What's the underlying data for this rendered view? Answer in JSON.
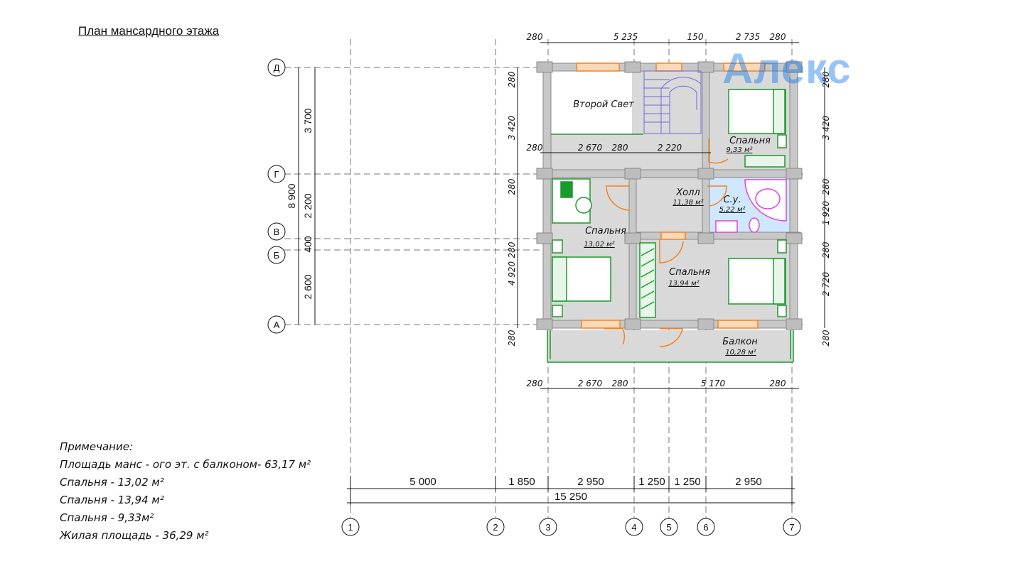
{
  "title": "План мансардного этажа",
  "logo_text": "Алекс",
  "row_axes": [
    "Д",
    "Г",
    "В",
    "Б",
    "А"
  ],
  "col_axes": [
    "1",
    "2",
    "3",
    "4",
    "5",
    "6",
    "7"
  ],
  "dims_left": {
    "total": "8 900",
    "d_g": "3 700",
    "g_v": "2 200",
    "v_b": "400",
    "b_a": "2 600"
  },
  "dims_inner_left": {
    "w1": "280",
    "w2": "3 420",
    "w3": "280",
    "w4": "280",
    "w5": "4 920",
    "w6": "280"
  },
  "dims_inner_right": {
    "w1": "280",
    "w2": "3 420",
    "w3": "280",
    "w4": "1 920",
    "w5": "280",
    "w6": "2 720",
    "w7": "280"
  },
  "dims_top": {
    "a": "280",
    "b": "5 235",
    "c": "150",
    "d": "2 735",
    "e": "280"
  },
  "dims_mid": {
    "a": "280",
    "b": "2 670",
    "c": "280",
    "d": "2 220"
  },
  "dims_bot": {
    "a": "280",
    "b": "2 670",
    "c": "280",
    "d": "5 170",
    "e": "280"
  },
  "dims_bottom_axes": {
    "d12": "5 000",
    "d23": "1 850",
    "d34": "2 950",
    "d45": "1 250",
    "d56": "1 250",
    "d67": "2 950",
    "total": "15 250"
  },
  "rooms": {
    "second_light": "Второй Свет",
    "bedroom_ne": {
      "name": "Спальня",
      "area": "9,33 м²"
    },
    "hall": {
      "name": "Холл",
      "area": "11,38 м²"
    },
    "bath": {
      "name": "С.у.",
      "area": "5,22 м²"
    },
    "bedroom_w": {
      "name": "Спальня",
      "area": "13,02 м²"
    },
    "bedroom_s": {
      "name": "Спальня",
      "area": "13,94 м²"
    },
    "balcony": {
      "name": "Балкон",
      "area": "10,28 м²"
    }
  },
  "notes": [
    "Примечание:",
    "Площадь манс - ого эт. с балконом- 63,17 м²",
    "Спальня  - 13,02 м²",
    "Спальня  - 13,94 м²",
    "Спальня - 9,33м²",
    "Жилая площадь - 36,29 м²"
  ],
  "colors": {
    "wall": "#c8c8c8",
    "floor": "#d9d9d9",
    "window": "#f58220",
    "furniture": "#1a9a2a",
    "stairs": "#6a6ae0",
    "bath_floor": "#cfe8ff",
    "plumbing": "#e040e0",
    "logo": "#0b74e8"
  }
}
